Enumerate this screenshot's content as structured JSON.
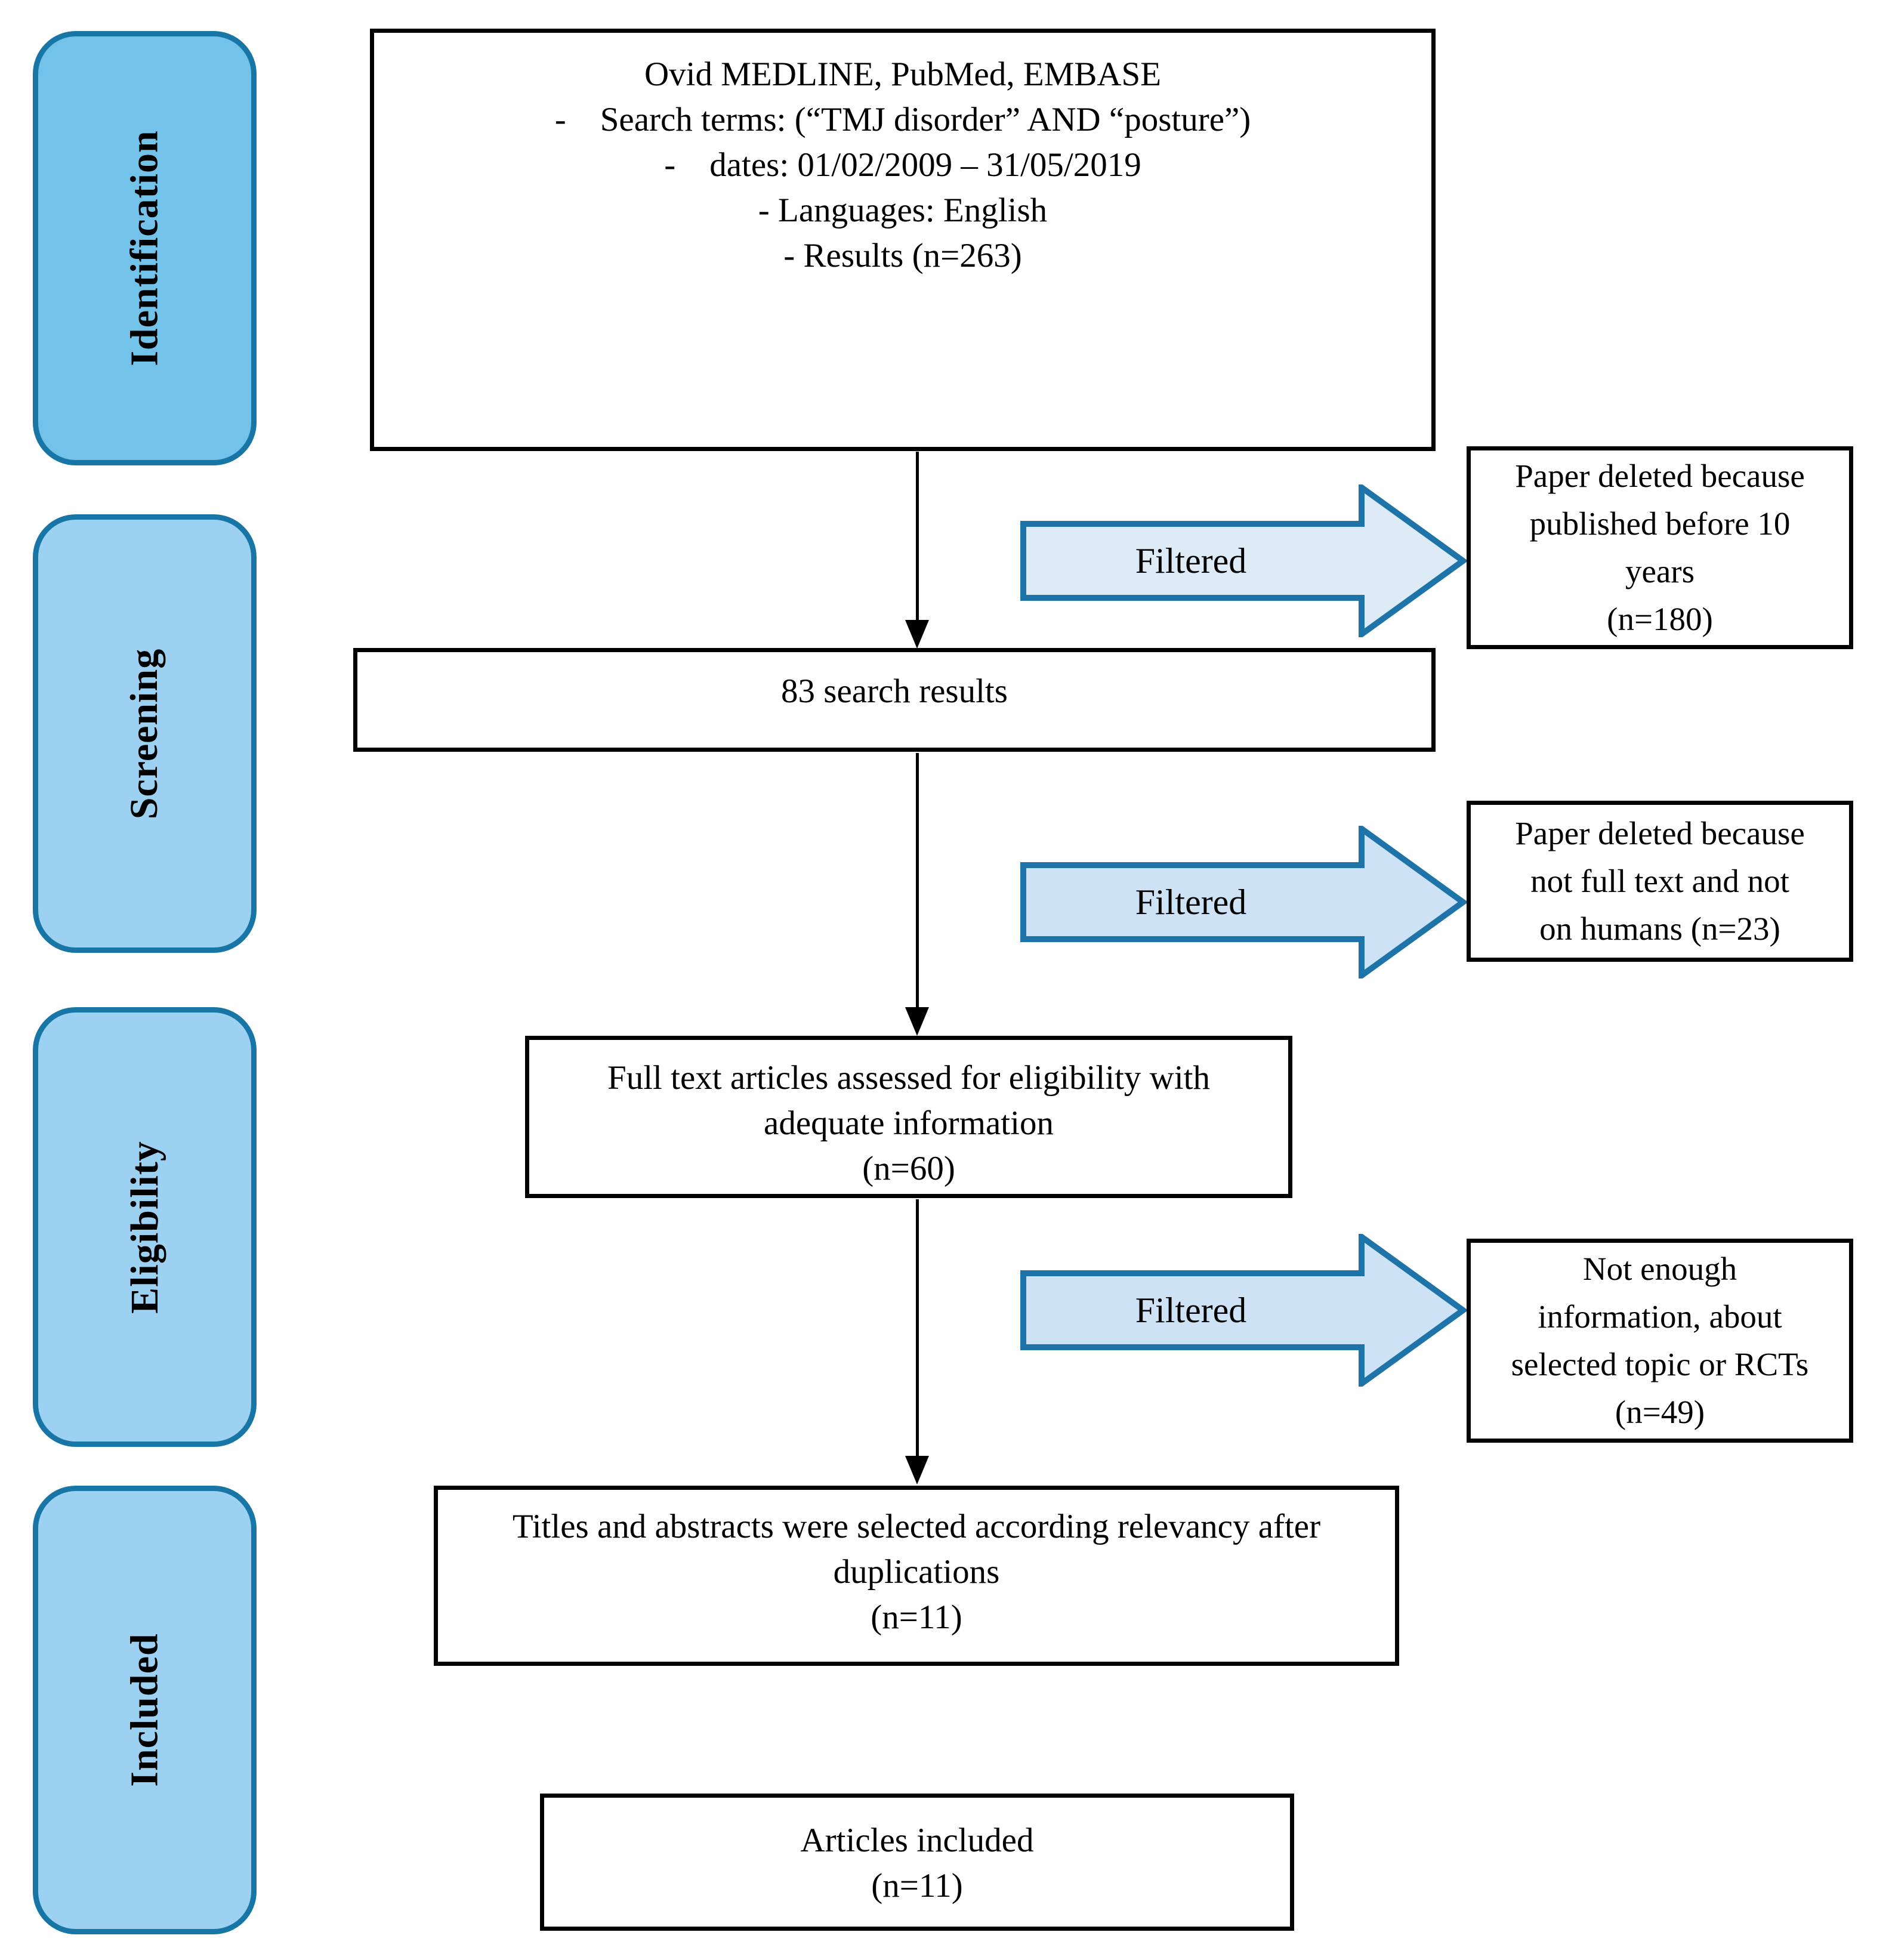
{
  "diagram": {
    "stages": [
      {
        "label": "Identification",
        "fill": "#72C2EA"
      },
      {
        "label": "Screening",
        "fill": "#9CD1F1"
      },
      {
        "label": "Eligibility",
        "fill": "#9CD1F1"
      },
      {
        "label": "Included",
        "fill": "#9CD1F1"
      }
    ],
    "flow_boxes": {
      "sources": {
        "lines": [
          "Ovid MEDLINE, PubMed, EMBASE",
          "- Search terms: (“TMJ disorder” AND “posture”)",
          "- dates: 01/02/2009 – 31/05/2019",
          "- Languages: English",
          "- Results (n=263)"
        ]
      },
      "screened": {
        "lines": [
          "83 search results"
        ]
      },
      "fulltext": {
        "lines": [
          "Full text articles assessed for eligibility with",
          "adequate information",
          "(n=60)"
        ]
      },
      "titles": {
        "lines": [
          "Titles and abstracts were selected according relevancy after",
          "duplications",
          "(n=11)"
        ]
      },
      "included": {
        "lines": [
          "Articles included",
          "(n=11)"
        ]
      }
    },
    "filter_arrows": [
      {
        "label": "Filtered",
        "fill": "#DDEBF7"
      },
      {
        "label": "Filtered",
        "fill": "#CDE3F5"
      },
      {
        "label": "Filtered",
        "fill": "#CDE3F5"
      }
    ],
    "side_boxes": [
      {
        "lines": [
          "Paper deleted because",
          "published before 10",
          "years",
          "(n=180)"
        ]
      },
      {
        "lines": [
          "Paper deleted because",
          "not full text and not",
          "on humans (n=23)"
        ]
      },
      {
        "lines": [
          "Not enough",
          "information, about",
          "selected topic or RCTs",
          "(n=49)"
        ]
      }
    ],
    "colors": {
      "stage_border": "#1776A6",
      "arrow_border": "#1E74A8",
      "box_border": "#000000"
    }
  }
}
